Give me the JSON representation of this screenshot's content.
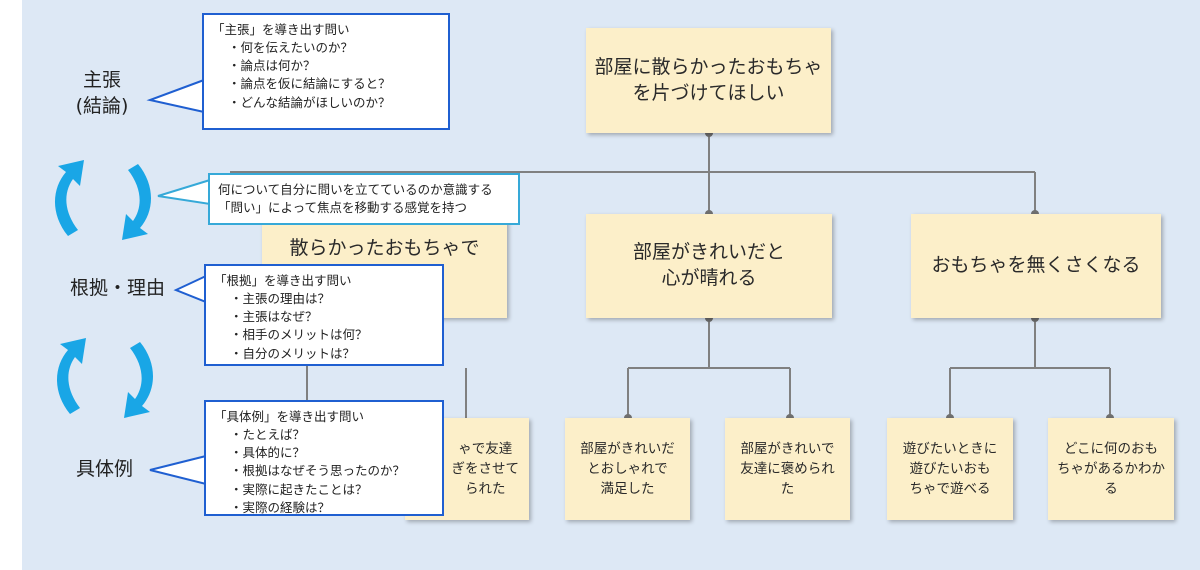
{
  "left_labels": {
    "claim": "主張\n(結論)",
    "reason": "根拠・理由",
    "example": "具体例"
  },
  "callouts": {
    "claim": {
      "title": "「主張」を導き出す問い",
      "items": [
        "・何を伝えたいのか？",
        "・論点は何か？",
        "・論点を仮に結論にすると？",
        "・どんな結論がほしいのか？"
      ]
    },
    "focus": {
      "lines": [
        "何について自分に問いを立てているのか意識する",
        "「問い」によって焦点を移動する感覚を持つ"
      ]
    },
    "reason": {
      "title": "「根拠」を導き出す問い",
      "items": [
        "・主張の理由は？",
        "・主張はなぜ？",
        "・相手のメリットは何？",
        "・自分のメリットは？"
      ]
    },
    "example": {
      "title": "「具体例」を導き出す問い",
      "items": [
        "・たとえば？",
        "・具体的に？",
        "・根拠はなぜそう思ったのか？",
        "・実際に起きたことは？",
        "・実際の経験は？"
      ]
    }
  },
  "tree": {
    "root": "部屋に散らかったおもちゃ\nを片づけてほしい",
    "reasons": [
      "散らかったおもちゃで\nい",
      "部屋がきれいだと\n心が晴れる",
      "おもちゃを無くさくなる"
    ],
    "examples": [
      "ゃで友達\nぎをさせて\nられた",
      "部屋がきれいだ\nとおしゃれで\n満足した",
      "部屋がきれいで\n友達に褒められ\nた",
      "遊びたいときに\n遊びたいおも\nちゃで遊べる",
      "どこに何のおも\nちゃがあるかわか\nる"
    ]
  },
  "colors": {
    "panel": "#dde8f5",
    "box": "#fcefc9",
    "callout_border": "#1f5fd1",
    "callout_border_focus": "#36a9d8",
    "arrow": "#19a6e6",
    "connector": "#808080"
  },
  "icons": [
    "cycle-arrow-icon"
  ]
}
